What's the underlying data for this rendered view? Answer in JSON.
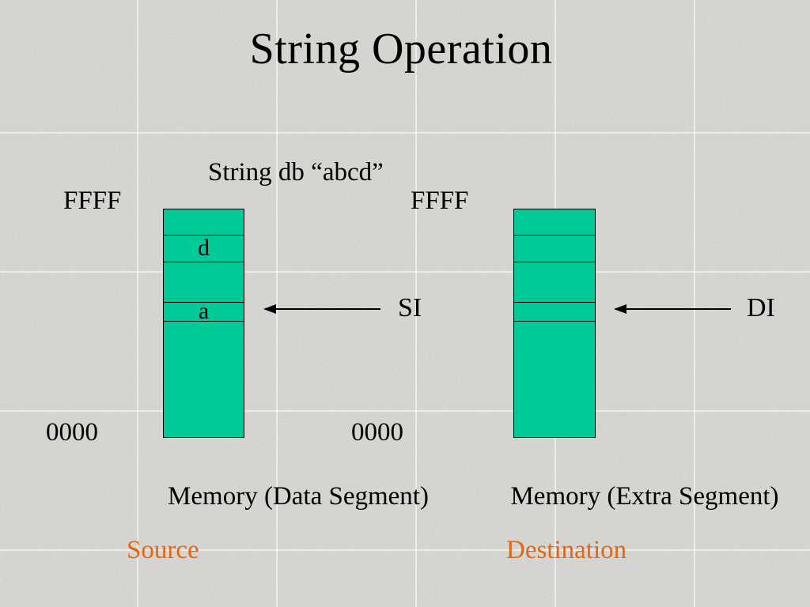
{
  "slide": {
    "title": "String Operation",
    "string_declaration": "String db “abcd”",
    "colors": {
      "background": "#d9d7d4",
      "memory_fill": "#00cb98",
      "accent_text": "#e8650e",
      "line_color": "#000000"
    }
  },
  "source": {
    "top_address": "FFFF",
    "bottom_address": "0000",
    "cells": [
      "",
      "d",
      "",
      "a",
      ""
    ],
    "pointer": "SI",
    "caption": "Memory (Data Segment)",
    "role": "Source"
  },
  "destination": {
    "top_address": "FFFF",
    "bottom_address": "0000",
    "cells": [
      "",
      "",
      "",
      "",
      ""
    ],
    "pointer": "DI",
    "caption": "Memory (Extra Segment)",
    "role": "Destination"
  }
}
